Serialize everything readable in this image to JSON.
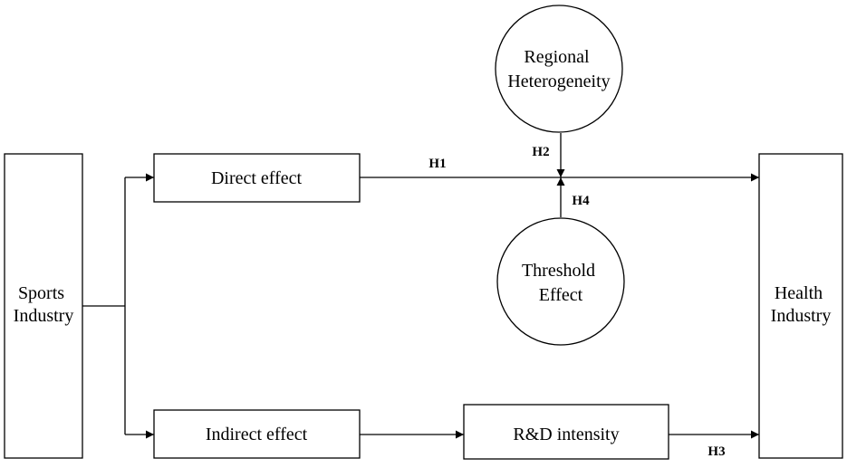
{
  "nodes": {
    "sports_industry": {
      "lines": [
        "Sports",
        "Industry"
      ]
    },
    "health_industry": {
      "lines": [
        "Health",
        "Industry"
      ]
    },
    "direct_effect": {
      "label": "Direct effect"
    },
    "indirect_effect": {
      "label": "Indirect effect"
    },
    "rd_intensity": {
      "label": "R&D intensity"
    },
    "regional_heterogeneity": {
      "lines": [
        "Regional",
        "Heterogeneity"
      ]
    },
    "threshold_effect": {
      "lines": [
        "Threshold",
        "Effect"
      ]
    }
  },
  "hypotheses": {
    "h1": "H1",
    "h2": "H2",
    "h3": "H3",
    "h4": "H4"
  },
  "colors": {
    "stroke": "#000000",
    "background": "#ffffff"
  }
}
